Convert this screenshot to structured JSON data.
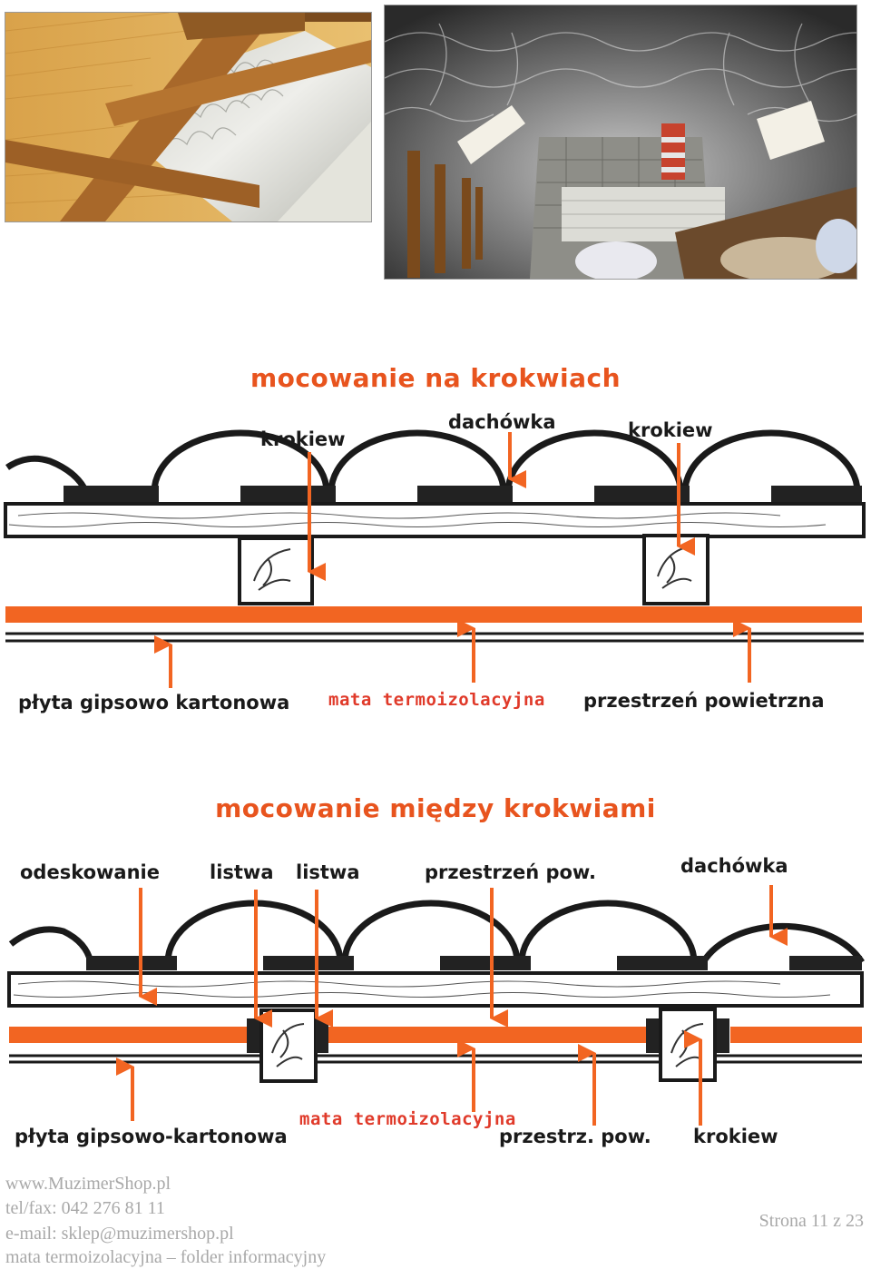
{
  "diagram1": {
    "title": "mocowanie na krokwiach",
    "labels": {
      "krokiew_left": "krokiew",
      "dachowka": "dachówka",
      "krokiew_right": "krokiew",
      "plyta": "płyta gipsowo kartonowa",
      "mata": "mata termoizolacyjna",
      "przestrzen": "przestrzeń powietrzna"
    }
  },
  "diagram2": {
    "title": "mocowanie między krokwiami",
    "labels": {
      "odeskowanie": "odeskowanie",
      "listwa1": "listwa",
      "listwa2": "listwa",
      "przestrzen": "przestrzeń pow.",
      "dachowka": "dachówka",
      "plyta": "płyta gipsowo-kartonowa",
      "mata": "mata termoizolacyjna",
      "przestrz": "przestrz. pow.",
      "krokiew": "krokiew"
    }
  },
  "footer": {
    "website": "www.MuzimerShop.pl",
    "telfax": "tel/fax: 042 276 81 11",
    "email": "e-mail: sklep@muzimershop.pl",
    "folder": "mata termoizolacyjna – folder informacyjny",
    "page": "Strona 11 z 23"
  },
  "colors": {
    "accent": "#e8541e",
    "mat": "#f26522",
    "footer_text": "#a8a8a8"
  }
}
